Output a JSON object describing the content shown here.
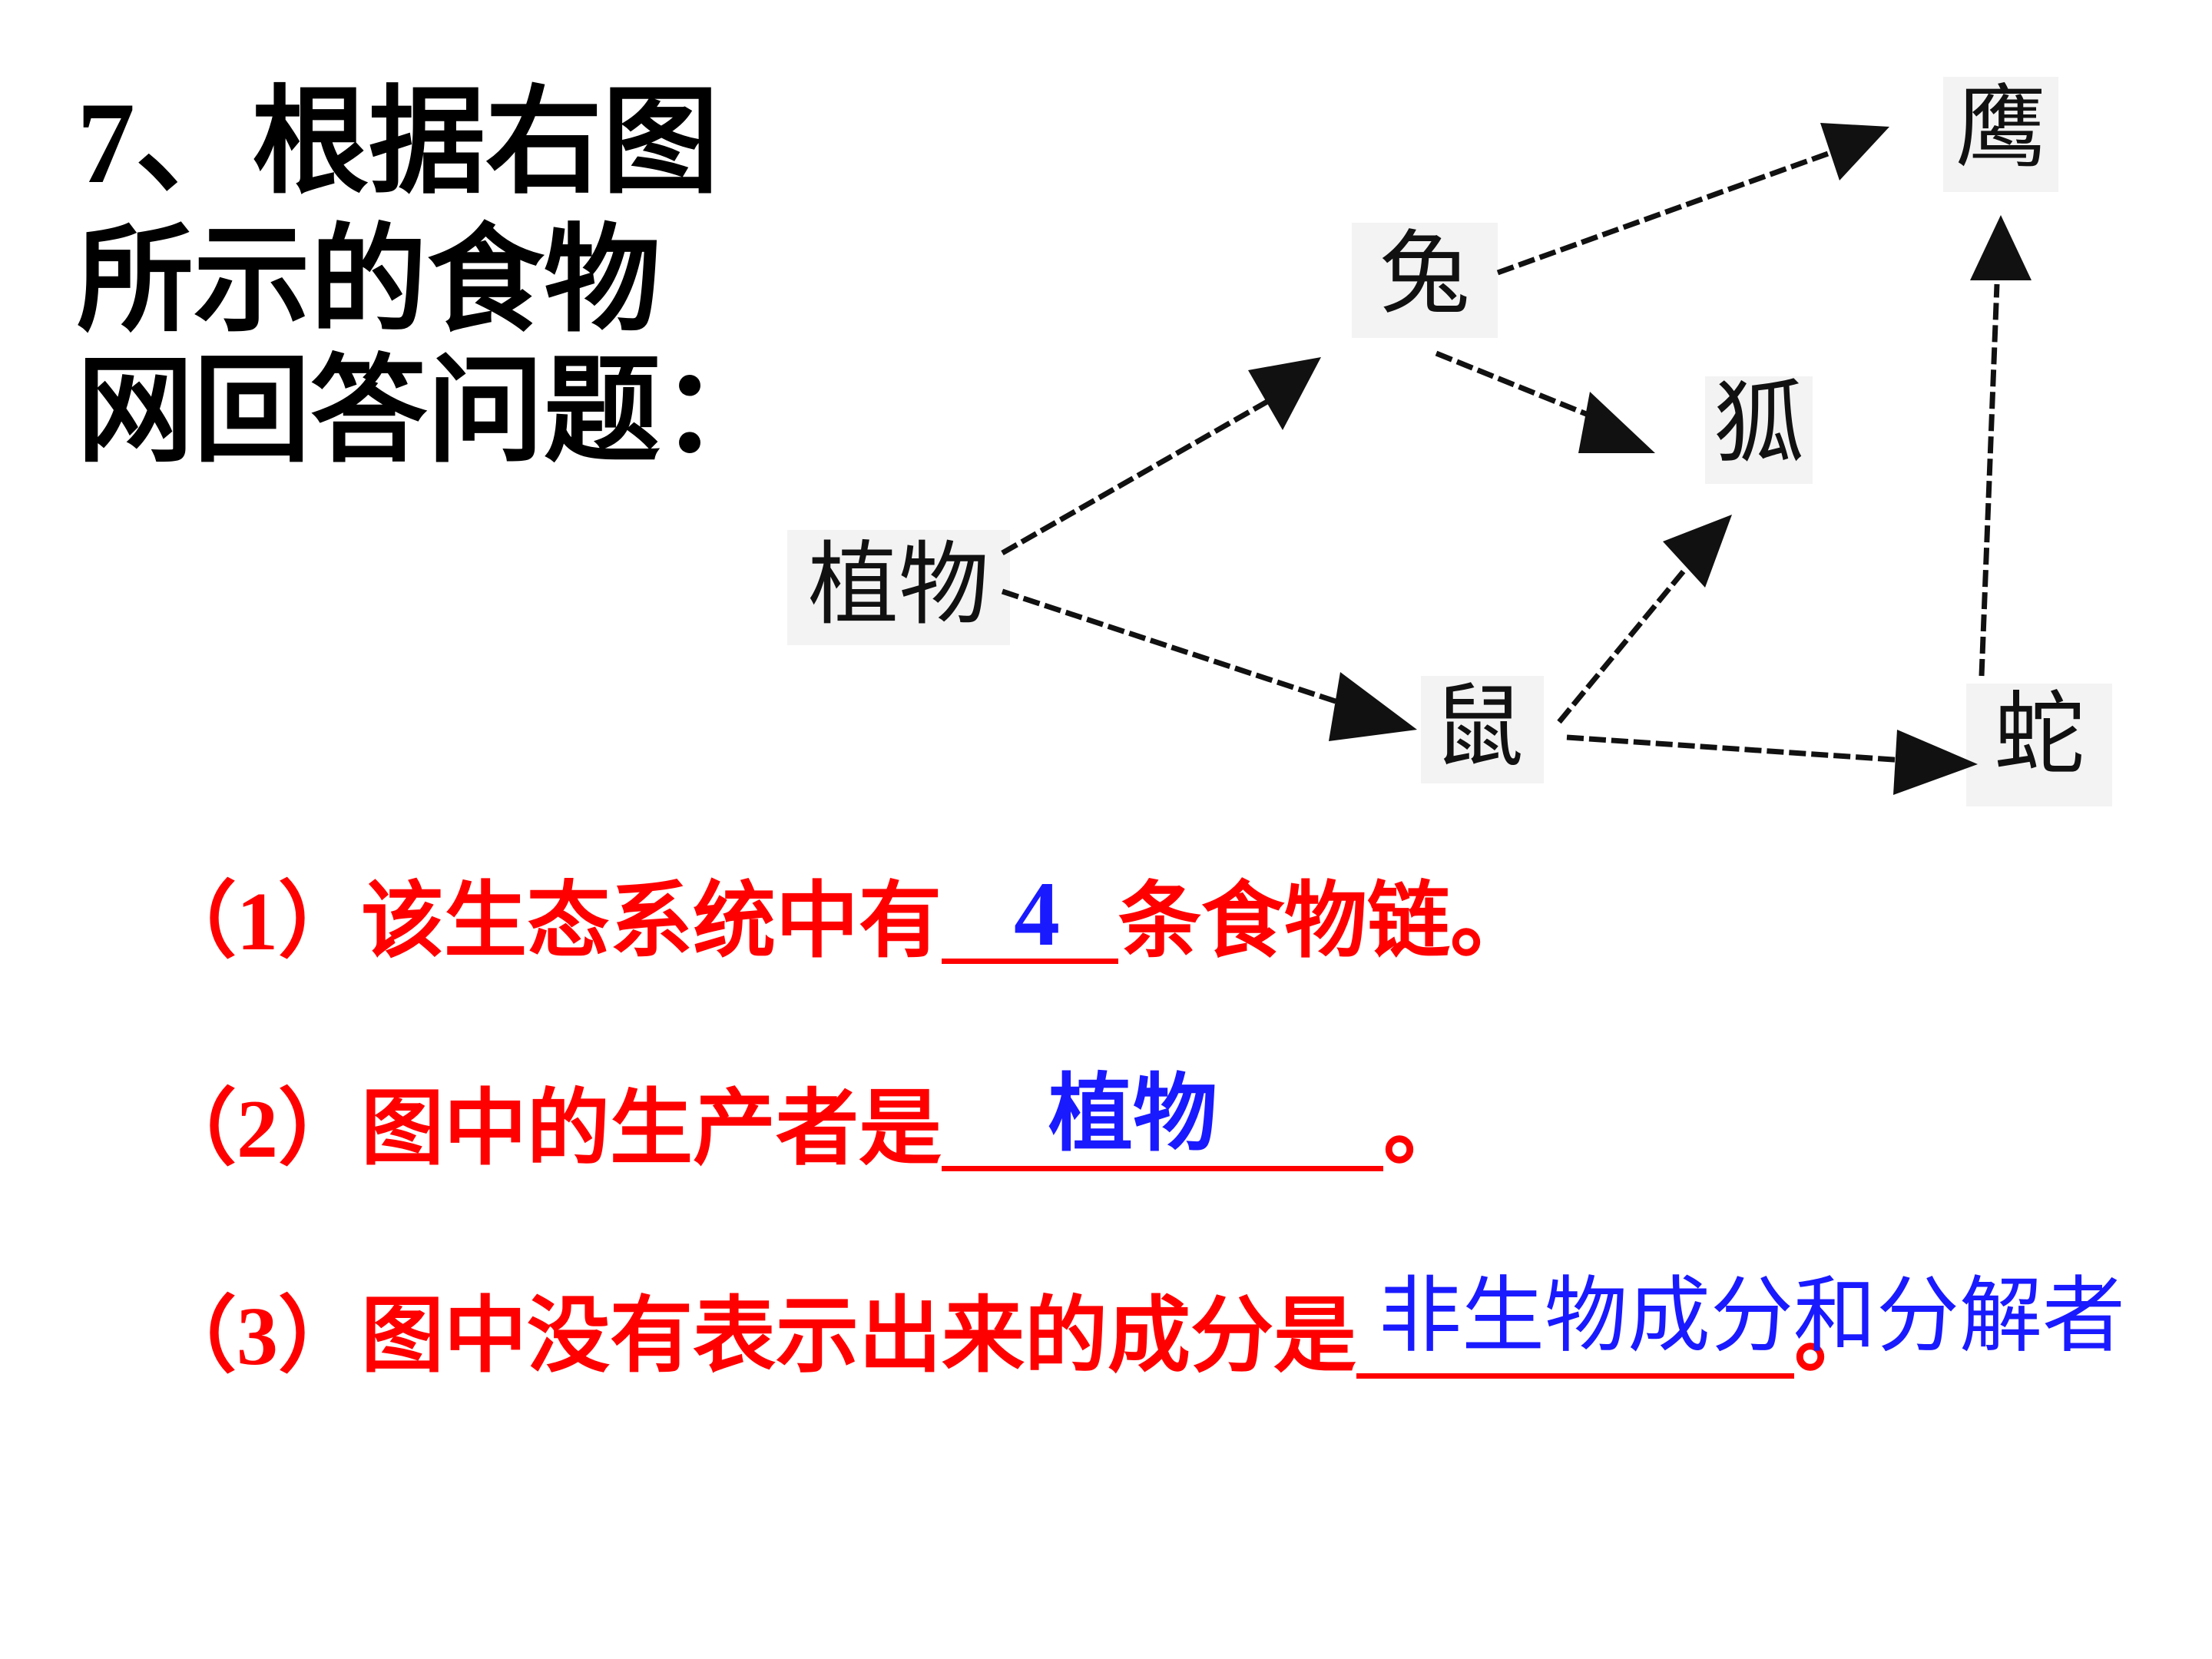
{
  "title": {
    "line1": "7、根据右图",
    "line2": "所示的食物",
    "line3": "网回答问题："
  },
  "food_web": {
    "nodes": {
      "plant": "植物",
      "rabbit": "兔",
      "mouse": "鼠",
      "fox": "狐",
      "eagle": "鹰",
      "snake": "蛇"
    },
    "edges": [
      {
        "from": "植物",
        "to": "兔"
      },
      {
        "from": "植物",
        "to": "鼠"
      },
      {
        "from": "兔",
        "to": "鹰"
      },
      {
        "from": "兔",
        "to": "狐"
      },
      {
        "from": "鼠",
        "to": "狐"
      },
      {
        "from": "鼠",
        "to": "蛇"
      },
      {
        "from": "蛇",
        "to": "鹰"
      }
    ]
  },
  "questions": {
    "q1": {
      "prefix": "（1）该生态系统中有",
      "suffix": "条食物链。",
      "answer": "4"
    },
    "q2": {
      "prefix": "（2）图中的生产者是",
      "suffix": "。",
      "answer": "植物"
    },
    "q3": {
      "prefix": "（3）图中没有表示出来的成分是",
      "suffix": "。",
      "answer": "非生物成分和分解者"
    }
  },
  "colors": {
    "question_text": "#ff0000",
    "answer_text": "#1a1aff",
    "title_text": "#000000"
  }
}
